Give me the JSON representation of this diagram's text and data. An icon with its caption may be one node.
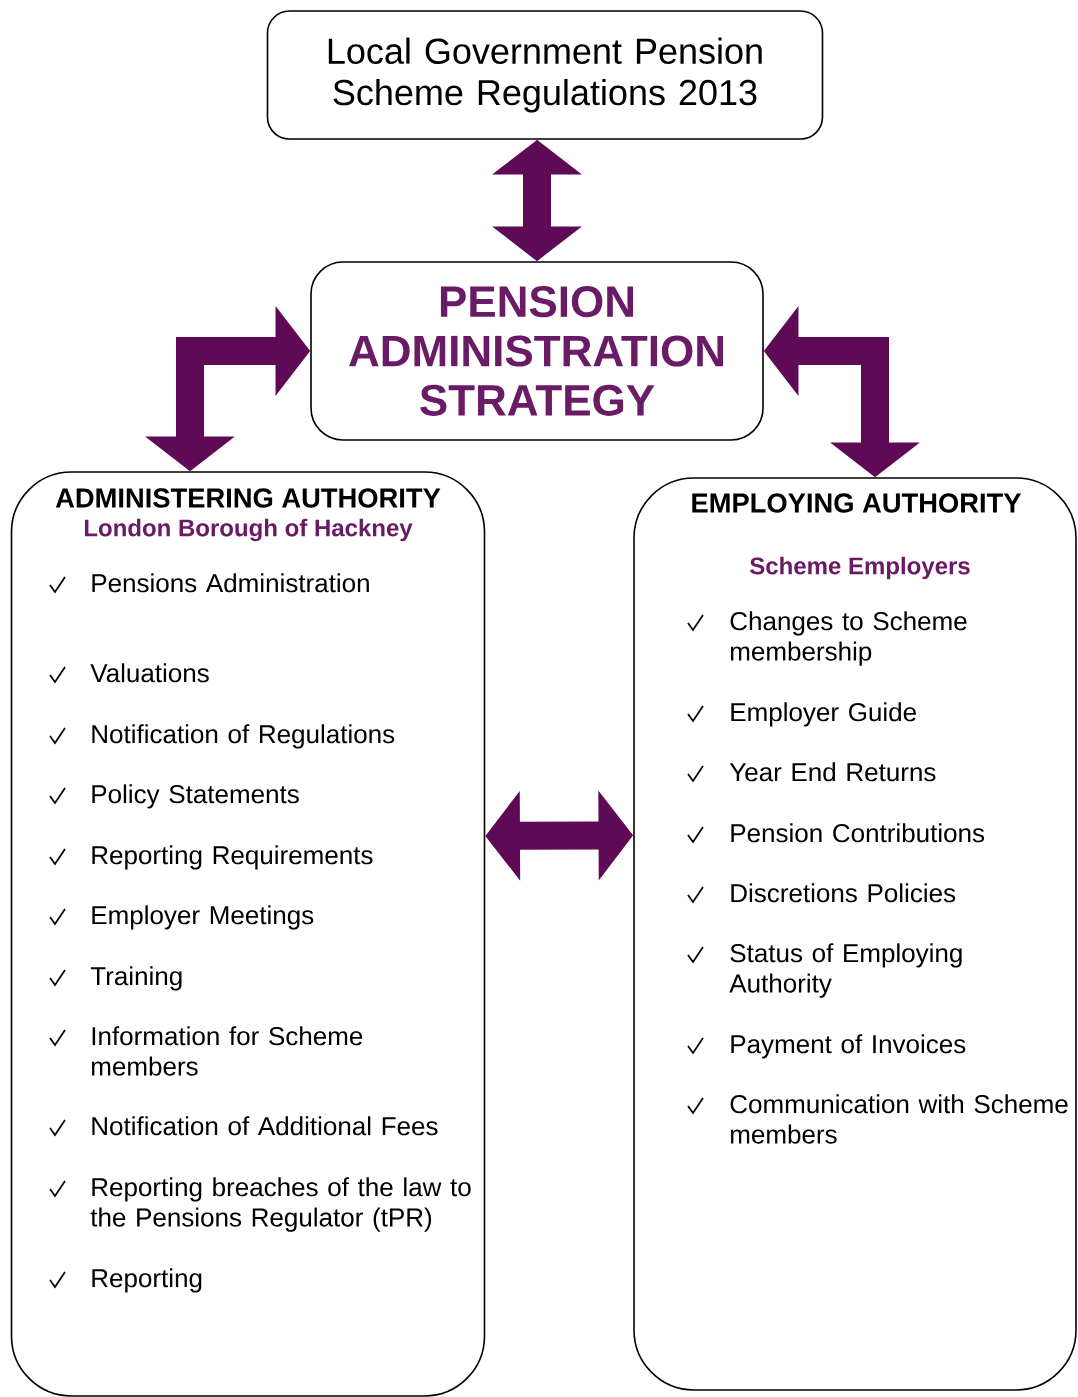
{
  "diagram": {
    "nodes": [
      {
        "text": [
          "Local Government Pension Scheme Regulations 2013"
        ]
      },
      {
        "text": [
          "PENSION ADMINISTRATION STRATEGY"
        ]
      },
      {
        "text": [
          "ADMINISTERING AUTHORITY",
          "London Borough of Hackney",
          "Pensions Administration",
          "Valuations",
          "Notification of Regulations",
          "Policy Statements",
          "Reporting Requirements",
          "Employer Meetings",
          "Training",
          "Information for Scheme members",
          "Notification of Additional Fees",
          "Reporting breaches of the law to the Pensions Regulator (tPR)",
          "Reporting"
        ]
      },
      {
        "text": [
          "EMPLOYING AUTHORITY",
          "Scheme Employers",
          "Changes to Scheme membership",
          "Employer Guide",
          "Year End Returns",
          "Pension Contributions",
          "Discretions Policies",
          "Status of Employing Authority",
          "Payment of Invoices",
          "Communication with Scheme members"
        ]
      }
    ],
    "edges": [
      {
        "from": 0,
        "to": 1,
        "arrow": "both"
      },
      {
        "from": 1,
        "to": 2,
        "arrow": "both"
      },
      {
        "from": 1,
        "to": 3,
        "arrow": "both"
      },
      {
        "from": 2,
        "to": 3,
        "arrow": "both"
      }
    ]
  }
}
